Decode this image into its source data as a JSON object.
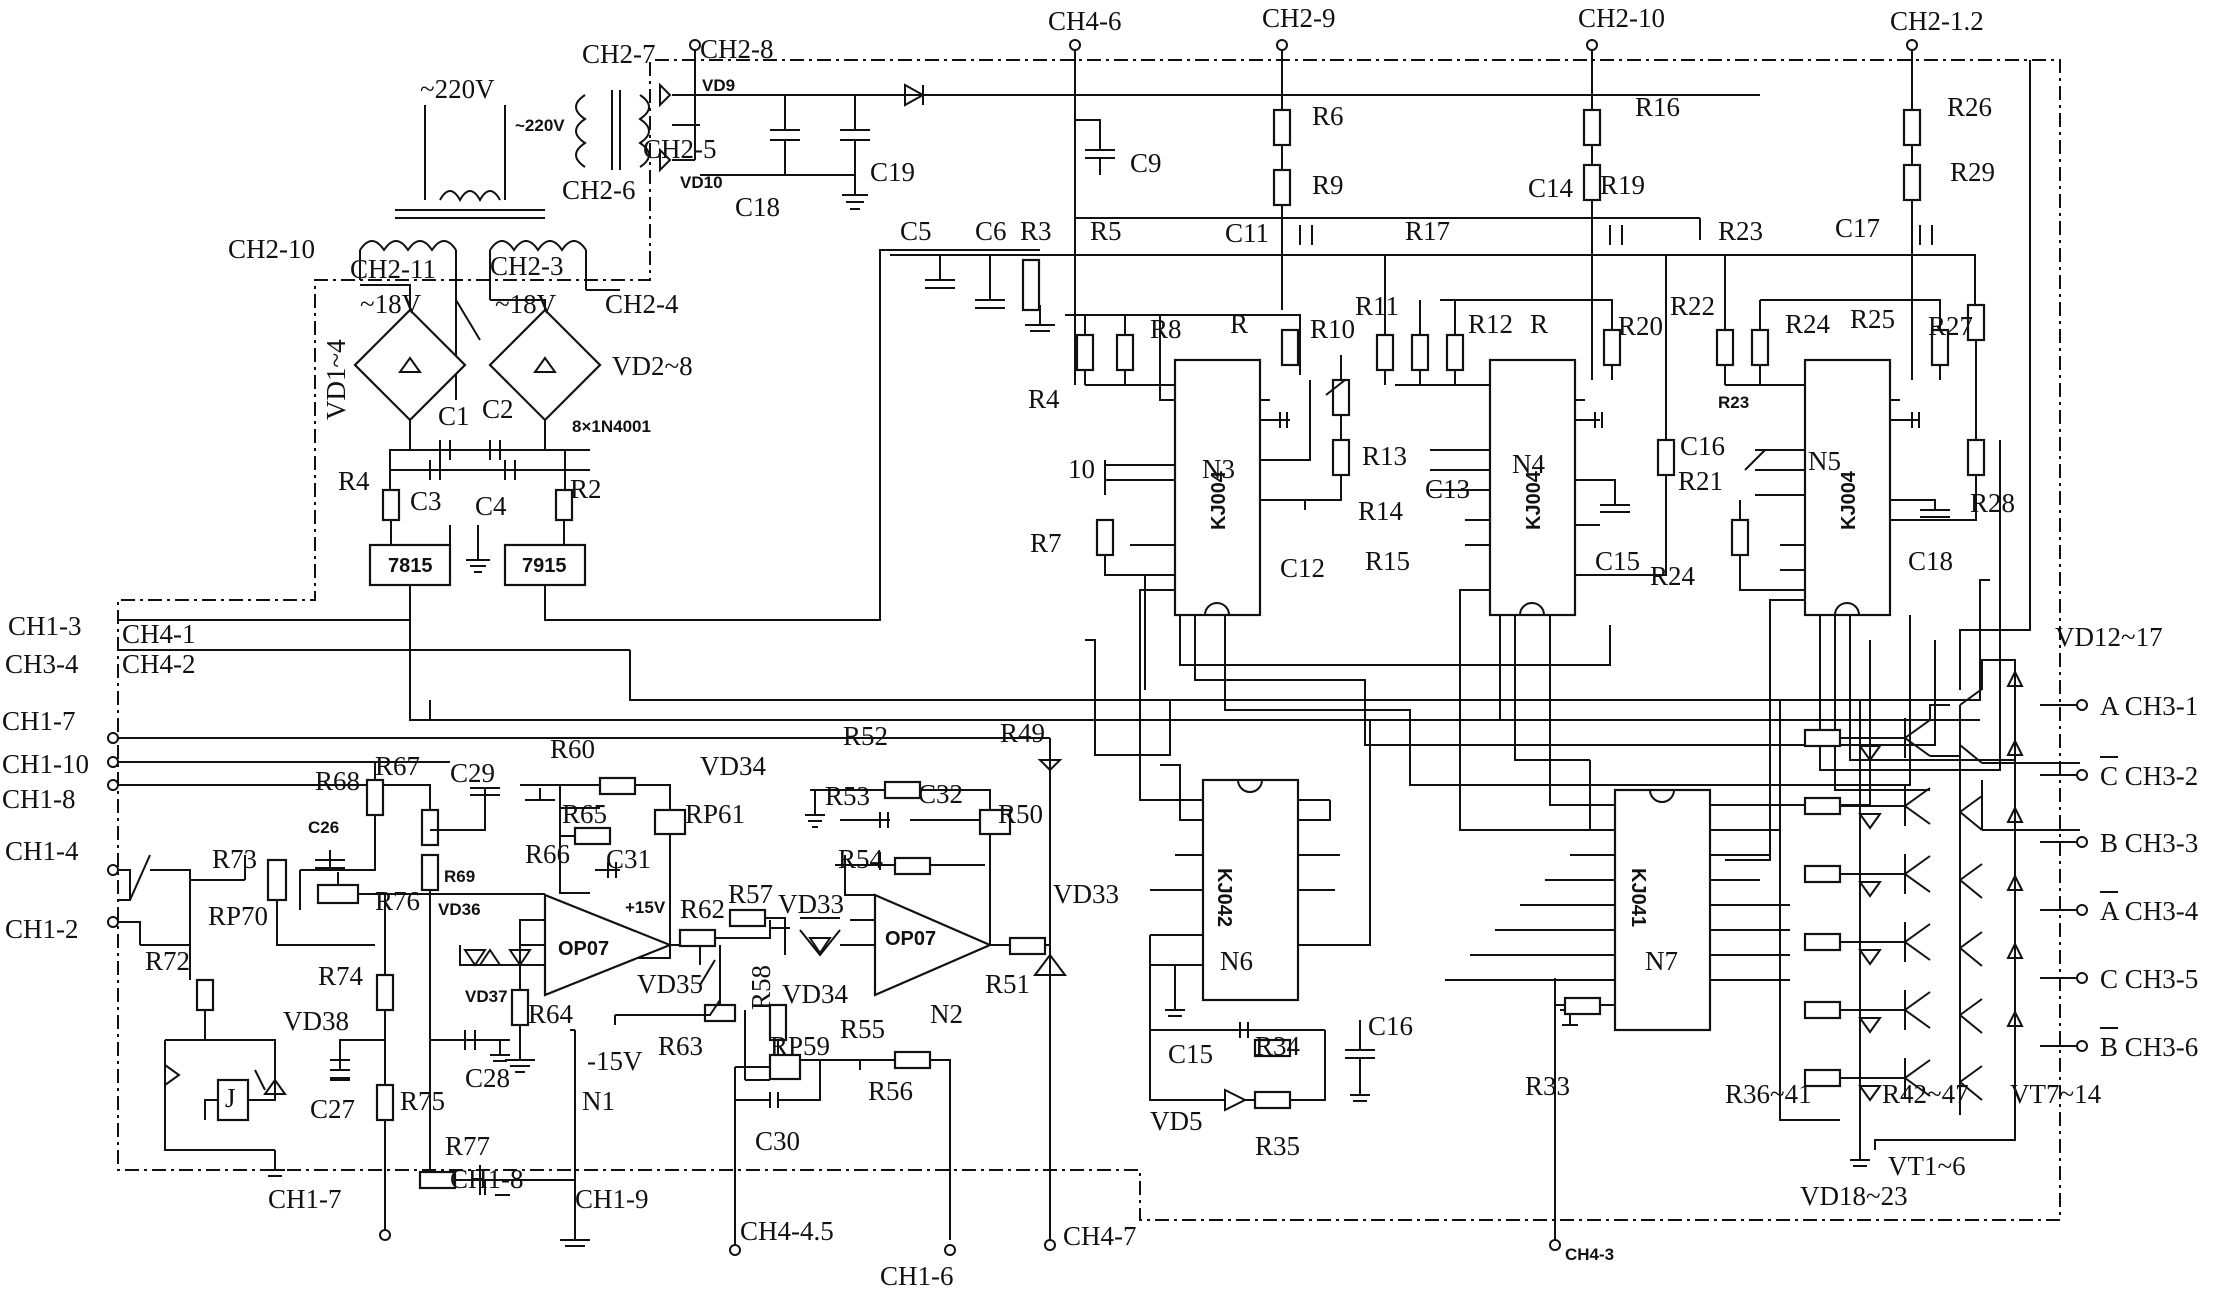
{
  "labels": [
    {
      "id": "ch4-6-top",
      "text": "CH4-6"
    },
    {
      "id": "ch2-9-top",
      "text": "CH2-9"
    },
    {
      "id": "ch2-10-top",
      "text": "CH2-10"
    },
    {
      "id": "ch2-12-top",
      "text": "CH2-1.2"
    },
    {
      "id": "ch2-7",
      "text": "CH2-7"
    },
    {
      "id": "ch2-8",
      "text": "CH2-8"
    },
    {
      "id": "v220-a",
      "text": "~220V"
    },
    {
      "id": "v220-b",
      "text": "~220V"
    },
    {
      "id": "vd9",
      "text": "VD9"
    },
    {
      "id": "ch2-5",
      "text": "CH2-5"
    },
    {
      "id": "vd10",
      "text": "VD10"
    },
    {
      "id": "ch2-6",
      "text": "CH2-6"
    },
    {
      "id": "c18-top",
      "text": "C18"
    },
    {
      "id": "c19",
      "text": "C19"
    },
    {
      "id": "c9",
      "text": "C9"
    },
    {
      "id": "r6",
      "text": "R6"
    },
    {
      "id": "r9",
      "text": "R9"
    },
    {
      "id": "r16",
      "text": "R16"
    },
    {
      "id": "r19",
      "text": "R19"
    },
    {
      "id": "c14",
      "text": "C14"
    },
    {
      "id": "r26",
      "text": "R26"
    },
    {
      "id": "r29",
      "text": "R29"
    },
    {
      "id": "c5",
      "text": "C5"
    },
    {
      "id": "c6",
      "text": "C6"
    },
    {
      "id": "r3",
      "text": "R3"
    },
    {
      "id": "r5",
      "text": "R5"
    },
    {
      "id": "c11",
      "text": "C11"
    },
    {
      "id": "r17",
      "text": "R17"
    },
    {
      "id": "r23-top",
      "text": "R23"
    },
    {
      "id": "c17",
      "text": "C17"
    },
    {
      "id": "ch2-10-left",
      "text": "CH2-10"
    },
    {
      "id": "ch2-11",
      "text": "CH2-11"
    },
    {
      "id": "ch2-3",
      "text": "CH2-3"
    },
    {
      "id": "v18-a",
      "text": "~18V"
    },
    {
      "id": "v18-b",
      "text": "~18V"
    },
    {
      "id": "ch2-4",
      "text": "CH2-4"
    },
    {
      "id": "r8",
      "text": "R8"
    },
    {
      "id": "r-n3",
      "text": "R"
    },
    {
      "id": "r10",
      "text": "R10"
    },
    {
      "id": "r11",
      "text": "R11"
    },
    {
      "id": "r12",
      "text": "R12"
    },
    {
      "id": "r-n4",
      "text": "R"
    },
    {
      "id": "r20",
      "text": "R20"
    },
    {
      "id": "r22",
      "text": "R22"
    },
    {
      "id": "r24",
      "text": "R24"
    },
    {
      "id": "r25",
      "text": "R25"
    },
    {
      "id": "r27",
      "text": "R27"
    },
    {
      "id": "vd1-4",
      "text": "VD1~4"
    },
    {
      "id": "vd2-8",
      "text": "VD2~8"
    },
    {
      "id": "in4001",
      "text": "8×1N4001"
    },
    {
      "id": "c1",
      "text": "C1"
    },
    {
      "id": "c2",
      "text": "C2"
    },
    {
      "id": "r4-a",
      "text": "R4"
    },
    {
      "id": "r4-b",
      "text": "R4"
    },
    {
      "id": "r23-b",
      "text": "R23"
    },
    {
      "id": "r13",
      "text": "R13"
    },
    {
      "id": "c13",
      "text": "C13"
    },
    {
      "id": "c16-a",
      "text": "C16"
    },
    {
      "id": "r21",
      "text": "R21"
    },
    {
      "id": "n3",
      "text": "N3"
    },
    {
      "id": "n4",
      "text": "N4"
    },
    {
      "id": "n5",
      "text": "N5"
    },
    {
      "id": "c3",
      "text": "C3"
    },
    {
      "id": "c4",
      "text": "C4"
    },
    {
      "id": "r2",
      "text": "R2"
    },
    {
      "id": "c10",
      "text": "10"
    },
    {
      "id": "r14",
      "text": "R14"
    },
    {
      "id": "r28",
      "text": "R28"
    },
    {
      "id": "r7",
      "text": "R7"
    },
    {
      "id": "r15",
      "text": "R15"
    },
    {
      "id": "c12",
      "text": "C12"
    },
    {
      "id": "c15-top",
      "text": "C15"
    },
    {
      "id": "r24-b",
      "text": "R24"
    },
    {
      "id": "c18-b",
      "text": "C18"
    },
    {
      "id": "ic7815",
      "text": "7815"
    },
    {
      "id": "ic7915",
      "text": "7915"
    },
    {
      "id": "kj004-a",
      "text": "KJ004"
    },
    {
      "id": "kj004-b",
      "text": "KJ004"
    },
    {
      "id": "kj004-c",
      "text": "KJ004"
    },
    {
      "id": "ch1-3",
      "text": "CH1-3"
    },
    {
      "id": "ch4-1",
      "text": "CH4-1"
    },
    {
      "id": "ch3-4-l",
      "text": "CH3-4"
    },
    {
      "id": "ch4-2",
      "text": "CH4-2"
    },
    {
      "id": "vd12-17",
      "text": "VD12~17"
    },
    {
      "id": "ch1-7-a",
      "text": "CH1-7"
    },
    {
      "id": "ch1-10",
      "text": "CH1-10"
    },
    {
      "id": "ch1-8-a",
      "text": "CH1-8"
    },
    {
      "id": "r68",
      "text": "R68"
    },
    {
      "id": "r67",
      "text": "R67"
    },
    {
      "id": "c29",
      "text": "C29"
    },
    {
      "id": "r60",
      "text": "R60"
    },
    {
      "id": "vd34",
      "text": "VD34"
    },
    {
      "id": "r52",
      "text": "R52"
    },
    {
      "id": "r49",
      "text": "R49"
    },
    {
      "id": "r53",
      "text": "R53"
    },
    {
      "id": "c32",
      "text": "C32"
    },
    {
      "id": "r50",
      "text": "R50"
    },
    {
      "id": "r65",
      "text": "R65"
    },
    {
      "id": "rp61",
      "text": "RP61"
    },
    {
      "id": "c26",
      "text": "C26"
    },
    {
      "id": "r69",
      "text": "R69"
    },
    {
      "id": "r66",
      "text": "R66"
    },
    {
      "id": "c31",
      "text": "C31"
    },
    {
      "id": "r54",
      "text": "R54"
    },
    {
      "id": "ch1-4",
      "text": "CH1-4"
    },
    {
      "id": "r73",
      "text": "R73"
    },
    {
      "id": "rp70",
      "text": "RP70"
    },
    {
      "id": "r76",
      "text": "R76"
    },
    {
      "id": "vd36",
      "text": "VD36"
    },
    {
      "id": "p15v",
      "text": "+15V"
    },
    {
      "id": "r62",
      "text": "R62"
    },
    {
      "id": "r57",
      "text": "R57"
    },
    {
      "id": "vd33-a",
      "text": "VD33"
    },
    {
      "id": "vd33-b",
      "text": "VD33"
    },
    {
      "id": "ch1-2",
      "text": "CH1-2"
    },
    {
      "id": "op07-a",
      "text": "OP07"
    },
    {
      "id": "op07-b",
      "text": "OP07"
    },
    {
      "id": "r72",
      "text": "R72"
    },
    {
      "id": "vd37",
      "text": "VD37"
    },
    {
      "id": "vd35",
      "text": "VD35"
    },
    {
      "id": "r58",
      "text": "R58"
    },
    {
      "id": "r51",
      "text": "R51"
    },
    {
      "id": "r74",
      "text": "R74"
    },
    {
      "id": "vd38",
      "text": "VD38"
    },
    {
      "id": "r64",
      "text": "R64"
    },
    {
      "id": "vd34-b",
      "text": "VD34"
    },
    {
      "id": "rp59",
      "text": "RP59"
    },
    {
      "id": "r55",
      "text": "R55"
    },
    {
      "id": "n2",
      "text": "N2"
    },
    {
      "id": "m15v",
      "text": "-15V"
    },
    {
      "id": "r63",
      "text": "R63"
    },
    {
      "id": "c28",
      "text": "C28"
    },
    {
      "id": "n1",
      "text": "N1"
    },
    {
      "id": "r56",
      "text": "R56"
    },
    {
      "id": "c27",
      "text": "C27"
    },
    {
      "id": "r75",
      "text": "R75"
    },
    {
      "id": "c30",
      "text": "C30"
    },
    {
      "id": "r77",
      "text": "R77"
    },
    {
      "id": "ch1-8-b",
      "text": "CH1-8"
    },
    {
      "id": "ch1-7-b",
      "text": "CH1-7"
    },
    {
      "id": "ch1-9",
      "text": "CH1-9"
    },
    {
      "id": "ch4-45",
      "text": "CH4-4.5"
    },
    {
      "id": "ch1-6",
      "text": "CH1-6"
    },
    {
      "id": "ch4-7",
      "text": "CH4-7"
    },
    {
      "id": "ch4-3",
      "text": "CH4-3"
    },
    {
      "id": "kj042",
      "text": "KJ042"
    },
    {
      "id": "n6",
      "text": "N6"
    },
    {
      "id": "c16-b",
      "text": "C16"
    },
    {
      "id": "c15-b",
      "text": "C15"
    },
    {
      "id": "r34",
      "text": "R34"
    },
    {
      "id": "vd5",
      "text": "VD5"
    },
    {
      "id": "r35",
      "text": "R35"
    },
    {
      "id": "kj041",
      "text": "KJ041"
    },
    {
      "id": "n7",
      "text": "N7"
    },
    {
      "id": "r33",
      "text": "R33"
    },
    {
      "id": "r36-41",
      "text": "R36~41"
    },
    {
      "id": "r42-47",
      "text": "R42~47"
    },
    {
      "id": "vt1-6",
      "text": "VT1~6"
    },
    {
      "id": "vt7-14",
      "text": "VT7~14"
    },
    {
      "id": "vd18-23",
      "text": "VD18~23"
    },
    {
      "id": "out-a",
      "text": "A CH3-1"
    },
    {
      "id": "out-cbar",
      "text": "C CH3-2"
    },
    {
      "id": "out-b",
      "text": "B CH3-3"
    },
    {
      "id": "out-abar",
      "text": "A CH3-4"
    },
    {
      "id": "out-c",
      "text": "C CH3-5"
    },
    {
      "id": "out-bbar",
      "text": "B CH3-6"
    },
    {
      "id": "relay-j",
      "text": "J"
    }
  ]
}
